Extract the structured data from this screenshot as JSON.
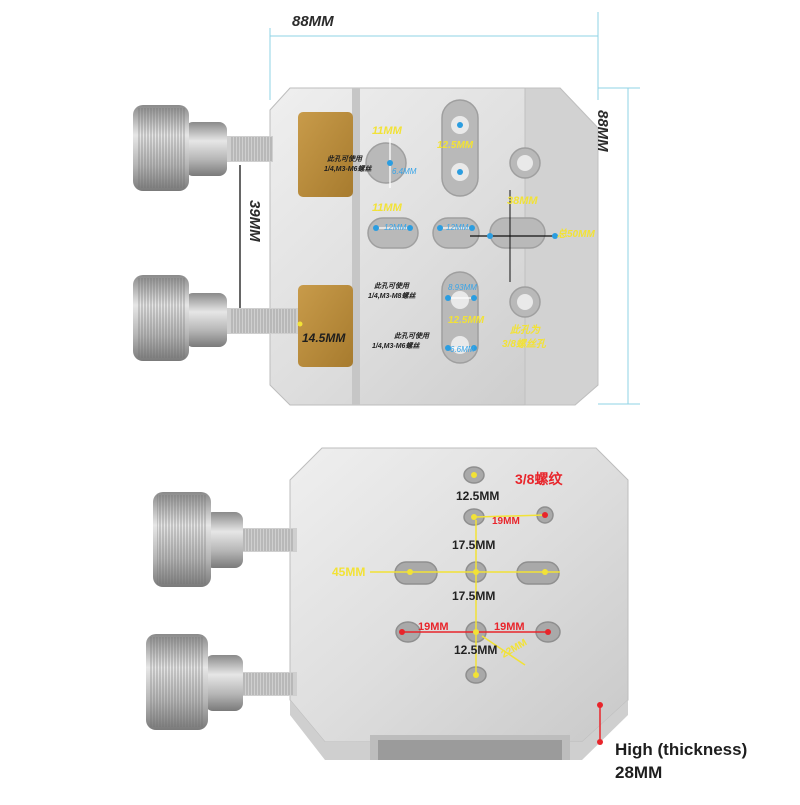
{
  "top_view": {
    "width_label": "88MM",
    "height_label": "88MM",
    "knob_spacing_label": "39MM",
    "pad_label": "14.5MM",
    "hole_top_width": "11MM",
    "hole_top_small": "6.4MM",
    "hole_top_note_line1": "此孔可使用",
    "hole_top_note_line2": "1/4,M3-M6螺丝",
    "slot_top_label": "12.5MM",
    "slot_row_left_width": "11MM",
    "slot_row_left_inner": "12MM",
    "slot_row_mid_inner": "12MM",
    "slot_row_right_width": "38MM",
    "slot_row_right_offset": "总50MM",
    "hole_mid_note_line1": "此孔可使用",
    "hole_mid_note_line2": "1/4,M3-M8螺丝",
    "slot_mid_label": "8.93MM",
    "hole_low_note_line1": "此孔可使用",
    "hole_low_note_line2": "1/4,M3-M6螺丝",
    "slot_low_label": "12.5MM",
    "slot_low_small": "6.6MM",
    "hole_right_note_line1": "此孔为",
    "hole_right_note_line2": "3/8螺丝孔"
  },
  "bottom_view": {
    "thread_label": "3/8螺纹",
    "top_spacing": "12.5MM",
    "thread_offset": "19MM",
    "upper_spacing": "17.5MM",
    "slot_span": "45MM",
    "lower_spacing": "17.5MM",
    "left_offset": "19MM",
    "right_offset": "19MM",
    "bottom_spacing": "12.5MM",
    "diag_offset": "22MM",
    "thickness_line1": "High (thickness)",
    "thickness_line2": "28MM"
  }
}
